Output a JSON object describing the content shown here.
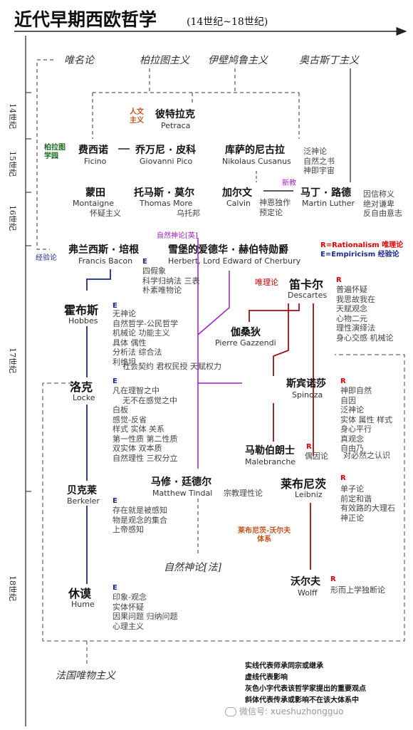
{
  "title": "近代早期西欧哲学",
  "subtitle": "(14世纪~18世纪)",
  "centuries": {
    "c14": "14世纪",
    "c15": "15世纪",
    "c16": "16世纪",
    "c17": "17世纪",
    "c18": "18世纪"
  },
  "schools": {
    "nominalism": "唯名论",
    "platonism": "柏拉图主义",
    "epicureanism": "伊壁鸠鲁主义",
    "augustinianism": "奥古斯丁主义",
    "natural_deism_en": "自然神论[英]",
    "natural_deism_fa": "自然神论[法]",
    "french_materialism": "法国唯物主义",
    "leibniz_wolff": "莱布尼茨-沃尔夫",
    "leibniz_wolff_2": "体系"
  },
  "labels": {
    "humanism_1": "人文",
    "humanism_2": "主义",
    "plato_academy_1": "柏拉图",
    "plato_academy_2": "学园",
    "protestant": "新教",
    "empiricism": "经验论",
    "rationalism": "唯理论"
  },
  "legend_top": {
    "r": "R=Rationalism",
    "r_zh": "唯理论",
    "e": "E=Empiricism",
    "e_zh": "经验论"
  },
  "tags": {
    "R": "R",
    "E": "E"
  },
  "people": {
    "petrarca": {
      "zh": "彼特拉克",
      "en": "Petraca"
    },
    "ficino": {
      "zh": "费西诺",
      "en": "Ficino"
    },
    "pico": {
      "zh": "乔万尼 · 皮科",
      "en": "Giovanni Pico"
    },
    "cusanus": {
      "zh": "库萨的尼古拉",
      "en": "Nikolaus Cusanus",
      "ideas": [
        "泛神论",
        "自然之书",
        "神即宇宙"
      ]
    },
    "montaigne": {
      "zh": "蒙田",
      "en": "Montaigne",
      "ideas": [
        "怀疑主义"
      ]
    },
    "more": {
      "zh": "托马斯 · 莫尔",
      "en": "Thomas More",
      "ideas": [
        "乌托邦"
      ]
    },
    "calvin": {
      "zh": "加尔文",
      "en": "Calvin",
      "ideas": [
        "神恩独作",
        "预定论"
      ]
    },
    "luther": {
      "zh": "马丁 · 路德",
      "en": "Martin Luther",
      "ideas": [
        "因信称义",
        "绝对谦卑",
        "反自由意志"
      ]
    },
    "bacon": {
      "zh": "弗兰西斯 · 培根",
      "en": "Francis Bacon",
      "ideas": [
        "四假象",
        "科学归纳法  三表",
        "朴素唯物论"
      ]
    },
    "herbert": {
      "zh": "雪堡的爱德华 · 赫伯特勋爵",
      "en": "Herbert, Lord Edward of Cherbury"
    },
    "hobbes": {
      "zh": "霍布斯",
      "en": "Hobbes",
      "ideas": [
        "无神论",
        "自然哲学-公民哲学",
        "机械论  功能主义",
        "具体  偶性",
        "分析法  综合法",
        "利维坦",
        "社会契约  君权民授  天赋权力"
      ]
    },
    "descartes": {
      "zh": "笛卡尔",
      "en": "Descartes",
      "ideas": [
        "普遍怀疑",
        "我思故我在",
        "天赋观念",
        "心物二元",
        "理性演绎法",
        "身心交感  机械论"
      ]
    },
    "gassendi": {
      "zh": "伽桑狄",
      "en": "Pierre Gazzendi"
    },
    "locke": {
      "zh": "洛克",
      "en": "Locke",
      "ideas": [
        "凡在理智之中",
        "无不在感觉之中",
        "白板",
        "感觉-反省",
        "样式  实体  关系",
        "第一性质  第二性质",
        "双实体  双本质",
        "自然理性  三权分立"
      ]
    },
    "spinoza": {
      "zh": "斯宾诺莎",
      "en": "Spinoza",
      "ideas": [
        "神即自然",
        "自因",
        "泛神论",
        "实体  属性  样式",
        "身心平行",
        "真观念",
        "自由乃",
        "对必然之认识"
      ]
    },
    "malebranche": {
      "zh": "马勒伯朗士",
      "en": "Malebranche",
      "ideas": [
        "偶因论"
      ]
    },
    "tindal": {
      "zh": "马修 · 廷德尔",
      "en": "Matthew Tindal",
      "ideas": [
        "宗教理性论"
      ]
    },
    "leibniz": {
      "zh": "莱布尼茨",
      "en": "Leibniz",
      "ideas": [
        "单子论",
        "前定和谐",
        "有效路的大理石",
        "神正论"
      ]
    },
    "berkeley": {
      "zh": "贝克莱",
      "en": "Berkeler",
      "ideas": [
        "存在就是被感知",
        "物是观念的集合",
        "上帝感知"
      ]
    },
    "wolff": {
      "zh": "沃尔夫",
      "en": "Wolff",
      "ideas": [
        "形而上学独断论"
      ]
    },
    "hume": {
      "zh": "休谟",
      "en": "Hume",
      "ideas": [
        "印象-观念",
        "实体怀疑",
        "因果问题  归纳问题",
        "心理主义"
      ]
    }
  },
  "legend_bottom": [
    "实线代表师承同宗或继承",
    "虚线代表影响",
    "灰色小字代表该哲学家提出的重要观点",
    "斜体代表传承或影响不在该大体系中"
  ],
  "watermark": "微信号: xueshuzhongguo"
}
